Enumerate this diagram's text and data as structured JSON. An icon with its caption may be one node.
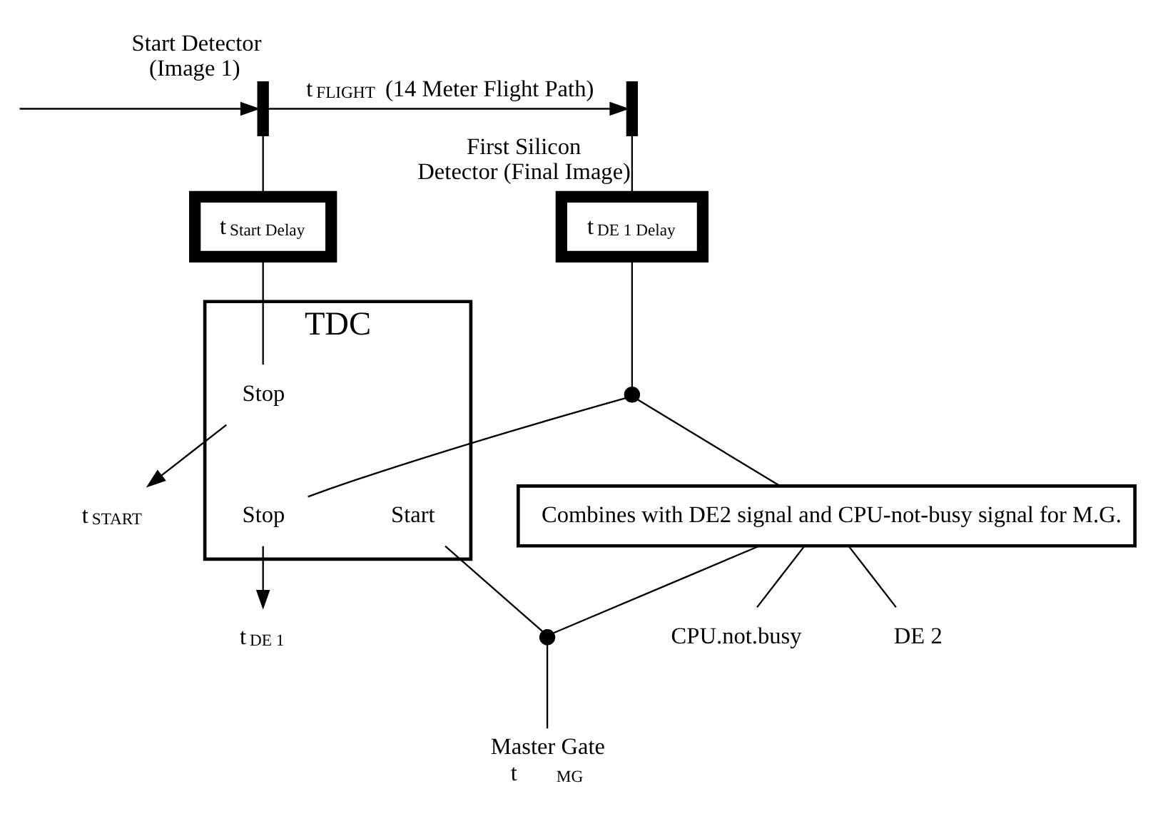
{
  "diagram": {
    "nodes": [
      {
        "text": [
          "Start Detector (Image 1)"
        ]
      },
      {
        "text": [
          "First Silicon Detector (Final Image)"
        ]
      },
      {
        "text": [
          "t$_{Start Delay}$"
        ]
      },
      {
        "text": [
          "t$_{DE 1 Delay}$"
        ]
      },
      {
        "text": [
          "TDC"
        ]
      },
      {
        "text": [
          "Stop"
        ],
        "in": 4
      },
      {
        "text": [
          "Stop"
        ],
        "in": 4
      },
      {
        "text": [
          "Start"
        ],
        "in": 4
      },
      {
        "text": [
          "Combines with DE2 signal and CPU-not-busy signal for M.G."
        ]
      },
      {
        "text": [
          "DE 2"
        ]
      },
      {
        "text": [
          "CPU.not.busy"
        ]
      },
      {
        "text": [
          "Master Gate",
          "t$_{MG}$"
        ]
      },
      {
        "text": [],
        "shape": "circle"
      },
      {
        "text": [],
        "shape": "circle"
      },
      {
        "text": [
          "t$_{START}$"
        ]
      },
      {
        "text": [
          "t$_{DE 1}$"
        ]
      }
    ],
    "edges": [
      {
        "from": null,
        "to": 0,
        "arrow": "to"
      },
      {
        "from": 0,
        "to": 1,
        "arrow": "to",
        "label": "t$_{FLIGHT}$ (14 Meter Flight Path)"
      },
      {
        "from": 0,
        "to": 2,
        "arrow": "none"
      },
      {
        "from": 1,
        "to": 3,
        "arrow": "none"
      },
      {
        "from": 2,
        "to": 5,
        "arrow": "none"
      },
      {
        "from": 5,
        "to": 14,
        "arrow": "to"
      },
      {
        "from": 6,
        "to": 15,
        "arrow": "to"
      },
      {
        "from": 3,
        "to": 12,
        "arrow": "none"
      },
      {
        "from": 12,
        "to": 6,
        "arrow": "none"
      },
      {
        "from": 12,
        "to": 8,
        "arrow": "none"
      },
      {
        "from": 8,
        "to": 9,
        "arrow": "none"
      },
      {
        "from": 8,
        "to": 10,
        "arrow": "none"
      },
      {
        "from": 8,
        "to": 13,
        "arrow": "none"
      },
      {
        "from": 13,
        "to": 11,
        "arrow": "none"
      },
      {
        "from": 7,
        "to": 13,
        "arrow": "none"
      }
    ]
  }
}
